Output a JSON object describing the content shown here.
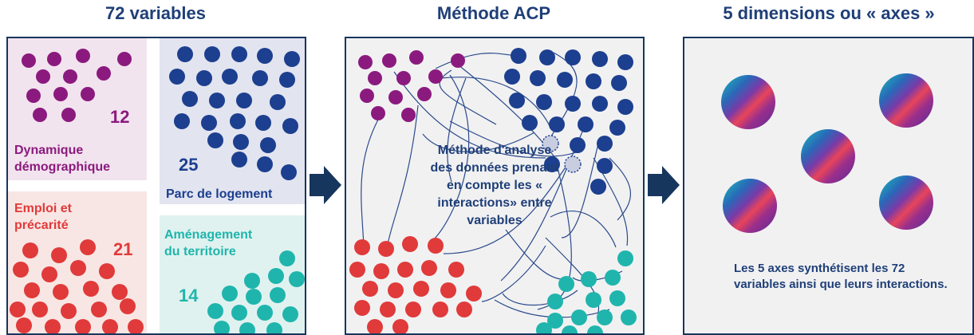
{
  "titles": {
    "left": "72 variables",
    "middle": "Méthode ACP",
    "right": "5 dimensions ou « axes »"
  },
  "groups": {
    "demo": {
      "label": "Dynamique démographique",
      "count": "12",
      "color": "#8b1a7e"
    },
    "parc": {
      "label": "Parc de logement",
      "count": "25",
      "color": "#1c3f8f"
    },
    "emploi": {
      "label": "Emploi et précarité",
      "count": "21",
      "color": "#e03a3a"
    },
    "amenag": {
      "label": "Aménagement du territoire",
      "count": "14",
      "color": "#1fb5ad"
    }
  },
  "middle": {
    "description": "Méthode d'analyse des données prenant en compte les « interactions» entre variables"
  },
  "right": {
    "conclusion": "Les 5 axes synthétisent les 72 variables ainsi que leurs interactions."
  },
  "colors": {
    "navy": "#17365d",
    "title": "#1f3f78",
    "panel_bg": "#f1f1f2"
  }
}
